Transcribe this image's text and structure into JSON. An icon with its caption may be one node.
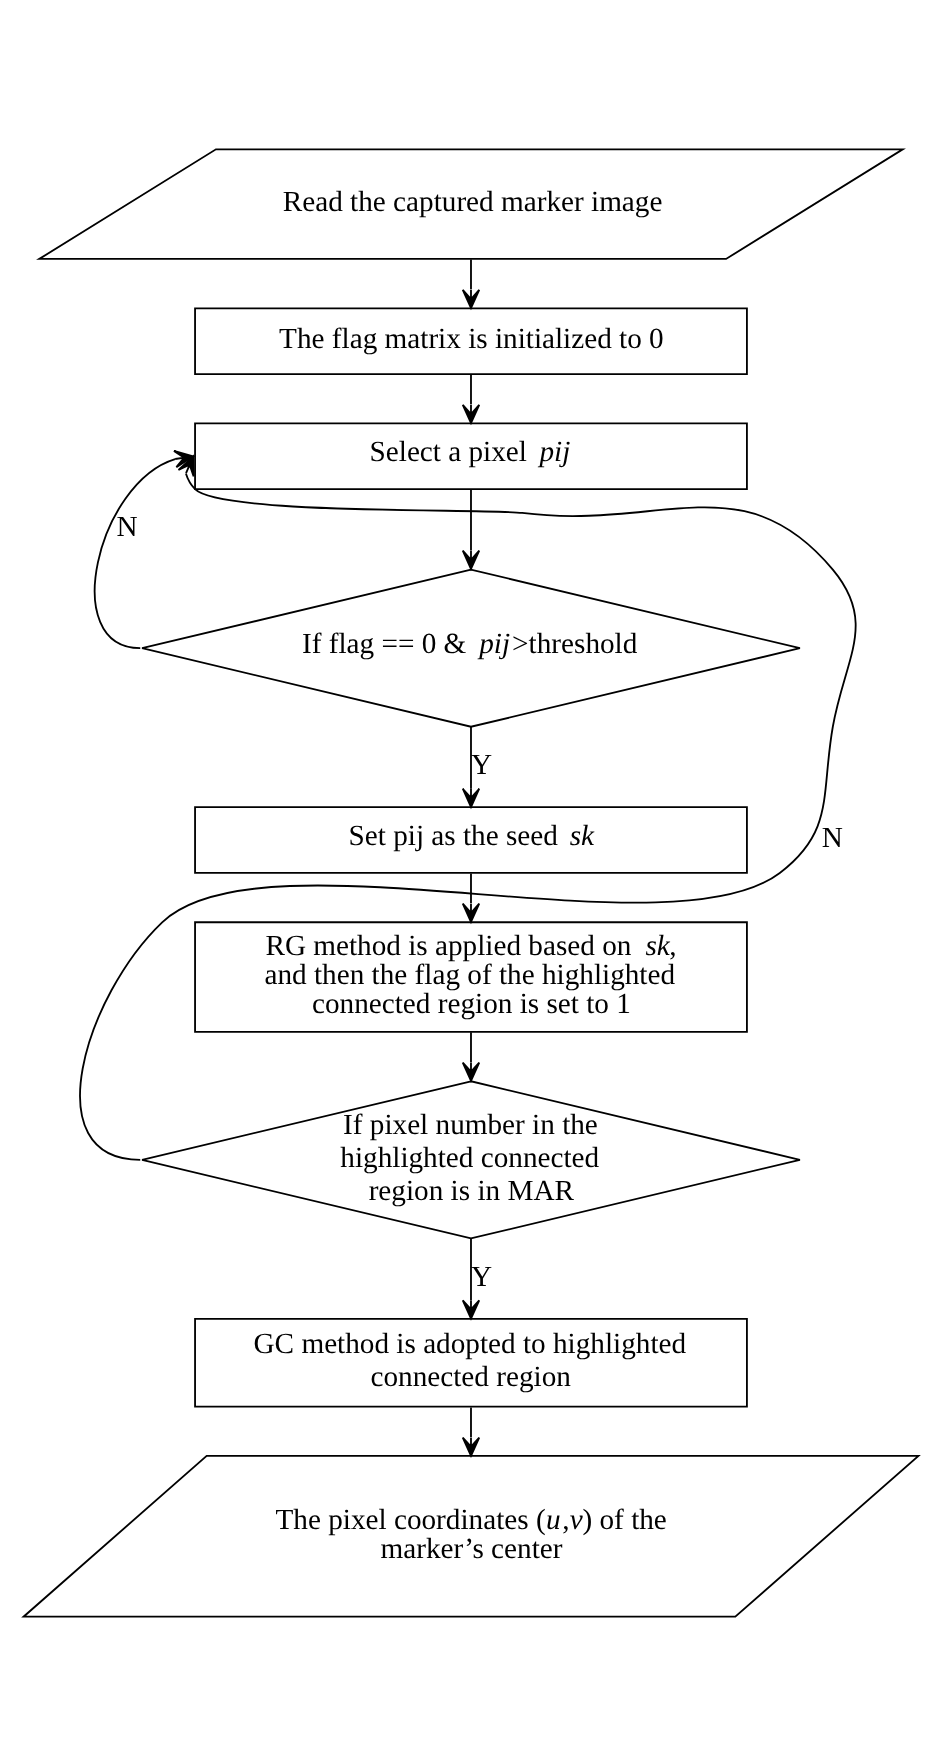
{
  "diagram": {
    "nodes": [
      {
        "text": [
          "Read the captured marker image"
        ]
      },
      {
        "text": [
          "The flag matrix is initialized to 0"
        ]
      },
      {
        "text": [
          "Select a pixel *pij*"
        ]
      },
      {
        "text": [
          "If flag == 0 & *pij*>threshold"
        ]
      },
      {
        "text": [
          "Set pij as the seed *sk*"
        ]
      },
      {
        "text": [
          "RG method is applied based on *sk*, and then the flag of the highlighted connected region is set to 1"
        ]
      },
      {
        "text": [
          "If pixel number in the highlighted connected region is in MAR"
        ]
      },
      {
        "text": [
          "GC method is adopted to highlighted connected region"
        ]
      },
      {
        "text": [
          "The pixel coordinates (*u*,*v*) of the marker’s center"
        ]
      }
    ],
    "edges": [
      {
        "from": 0,
        "to": 1,
        "arrow": "to"
      },
      {
        "from": 1,
        "to": 2,
        "arrow": "to"
      },
      {
        "from": 2,
        "to": 3,
        "arrow": "to"
      },
      {
        "from": 3,
        "to": 4,
        "arrow": "to",
        "label": "Y"
      },
      {
        "from": 4,
        "to": 5,
        "arrow": "to"
      },
      {
        "from": 5,
        "to": 6,
        "arrow": "to"
      },
      {
        "from": 6,
        "to": 7,
        "arrow": "to",
        "label": "Y"
      },
      {
        "from": 7,
        "to": 8,
        "arrow": "to"
      },
      {
        "from": 3,
        "to": 2,
        "arrow": "to",
        "label": "N"
      },
      {
        "from": 6,
        "to": 2,
        "arrow": "to",
        "label": "N"
      }
    ]
  }
}
